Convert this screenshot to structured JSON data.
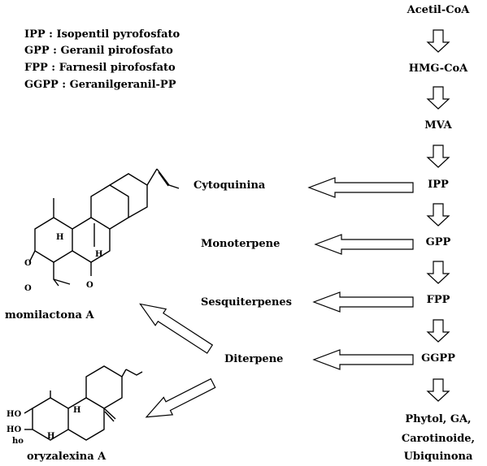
{
  "legend": [
    "IPP : Isopentil pyrofosfato",
    "GPP : Geranil pirofosfato",
    "FPP : Farnesil pirofosfato",
    "GGPP : Geranilgeranil-PP"
  ],
  "pathway": [
    "Acetil-CoA",
    "HMG-CoA",
    "MVA",
    "IPP",
    "GPP",
    "FPP",
    "GGPP"
  ],
  "end_products": [
    "Phytol, GA,",
    "Carotinoide,",
    "Ubiquinona"
  ],
  "branches": [
    "Cytoquinina",
    "Monoterpene",
    "Sesquiterpenes",
    "Diterpene"
  ],
  "compounds": [
    "momilactona A",
    "oryzalexina A"
  ],
  "atoms": {
    "momilactone": [
      "O",
      "O",
      "H",
      "H",
      "O"
    ],
    "oryzalexin": [
      "HO",
      "HO",
      "ho",
      "H",
      "H"
    ]
  }
}
